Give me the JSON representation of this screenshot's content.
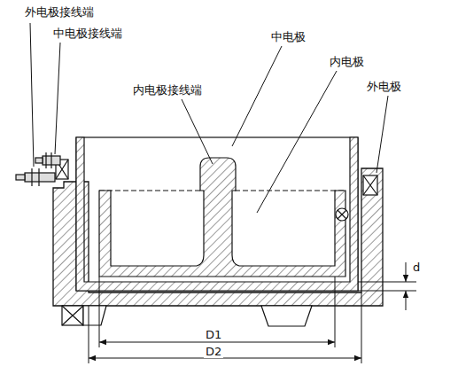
{
  "diagram": {
    "labels": [
      "外电极接线端",
      "中电极接线端",
      "内电极接线端",
      "中电极",
      "内电极",
      "外电极",
      "d",
      "D1",
      "D2"
    ]
  }
}
